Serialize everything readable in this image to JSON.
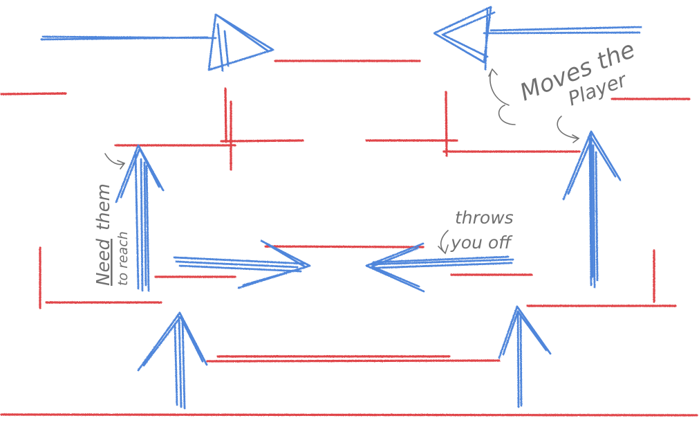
{
  "colors": {
    "background": "#ffffff",
    "platform": "#e0454a",
    "arrow": "#4f86db",
    "pencil": "#707070"
  },
  "annotations": {
    "moves_the_player": {
      "line1": "Moves the",
      "line2": "Player"
    },
    "throws_you_off": {
      "line1": "throws",
      "line2": "you off"
    },
    "need_them_to_reach": {
      "line1a": "Need",
      "line1b": "them",
      "line2": "to reach"
    }
  }
}
